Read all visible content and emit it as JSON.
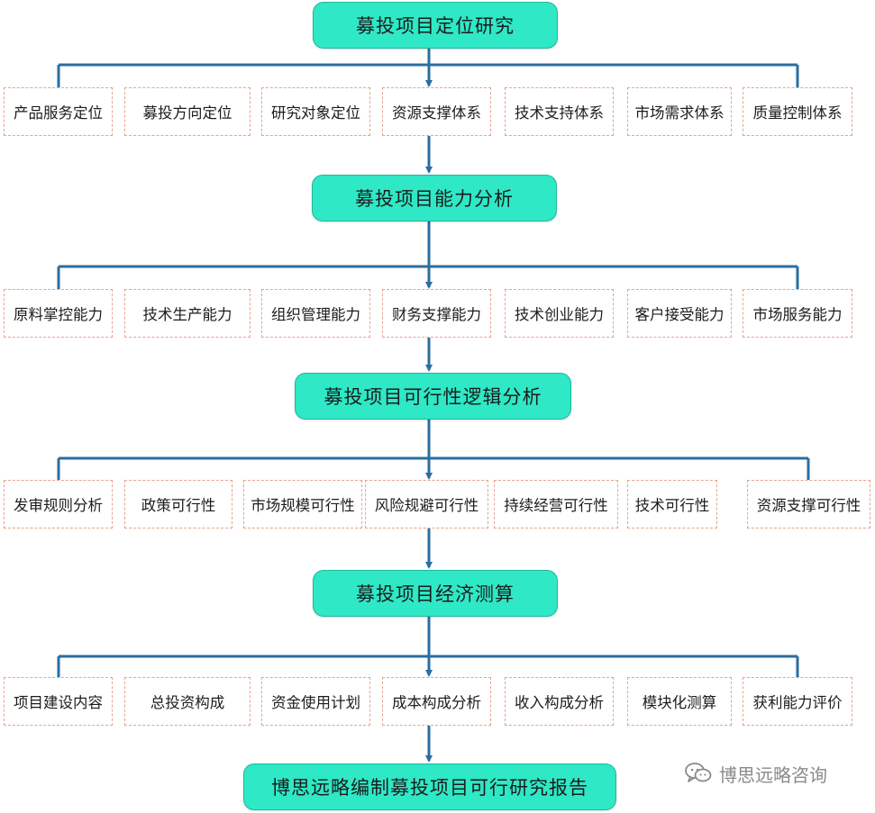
{
  "diagram": {
    "stages": [
      {
        "title": "募投项目定位研究",
        "items": [
          "产品服务定位",
          "募投方向定位",
          "研究对象定位",
          "资源支撑体系",
          "技术支持体系",
          "市场需求体系",
          "质量控制体系"
        ]
      },
      {
        "title": "募投项目能力分析",
        "items": [
          "原料掌控能力",
          "技术生产能力",
          "组织管理能力",
          "财务支撑能力",
          "技术创业能力",
          "客户接受能力",
          "市场服务能力"
        ]
      },
      {
        "title": "募投项目可行性逻辑分析",
        "items": [
          "发审规则分析",
          "政策可行性",
          "市场规模可行性",
          "风险规避可行性",
          "持续经营可行性",
          "技术可行性",
          "资源支撑可行性"
        ]
      },
      {
        "title": "募投项目经济测算",
        "items": [
          "项目建设内容",
          "总投资构成",
          "资金使用计划",
          "成本构成分析",
          "收入构成分析",
          "模块化测算",
          "获利能力评价"
        ]
      }
    ],
    "final": "博思远略编制募投项目可行研究报告",
    "colors": {
      "main_fill": "#2ee8c6",
      "connector": "#2a6ea0",
      "dashed_border": "#e7a38e"
    }
  },
  "watermark": {
    "text": "博思远略咨询",
    "icon": "wechat-icon"
  }
}
